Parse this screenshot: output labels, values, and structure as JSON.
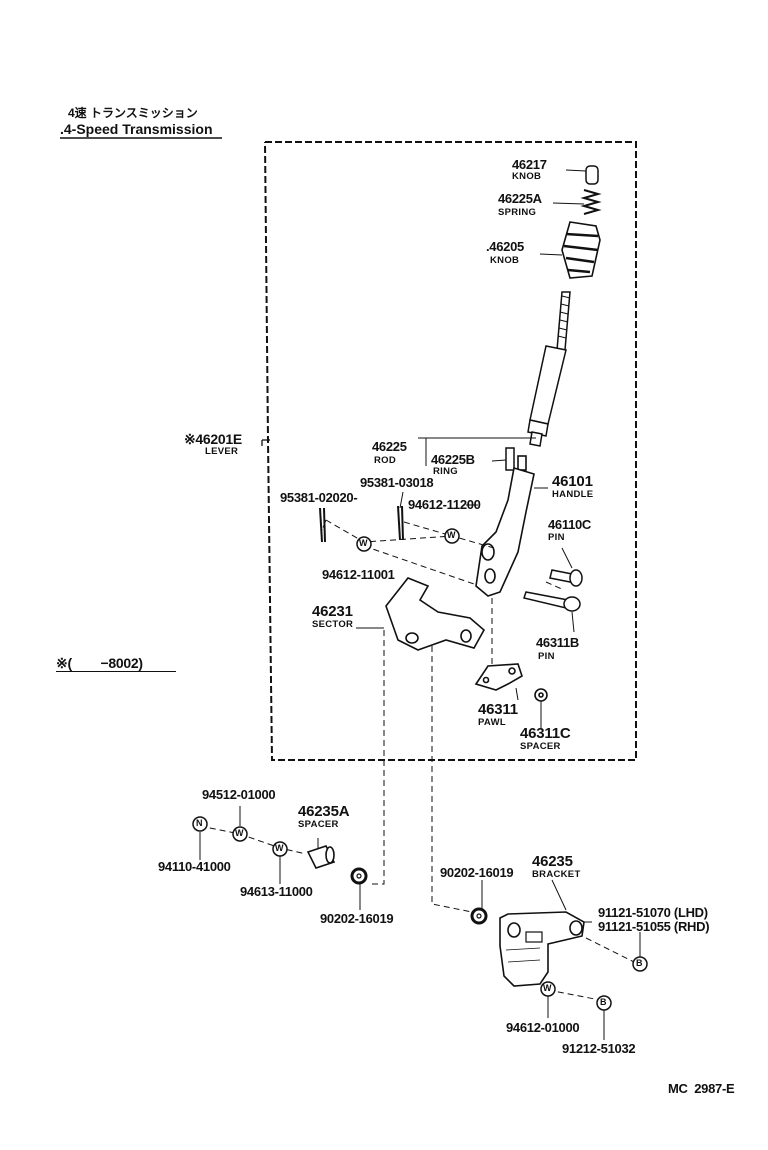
{
  "header": {
    "title_jp": "4速 トランスミッション",
    "title_en": ".4-Speed Transmission"
  },
  "note": {
    "mark": "※",
    "range": "(        −8002)"
  },
  "parts": {
    "p46217": {
      "number": "46217",
      "name": "KNOB"
    },
    "p46225A": {
      "number": "46225A",
      "name": "SPRING"
    },
    "p46205": {
      "number": ".46205",
      "name": "KNOB"
    },
    "p46201E": {
      "number": "※46201E",
      "name": "LEVER"
    },
    "p46225": {
      "number": "46225",
      "name": "ROD"
    },
    "p46225B": {
      "number": "46225B",
      "name": "RING"
    },
    "p46101": {
      "number": "46101",
      "name": "HANDLE"
    },
    "p95381_03018": {
      "number": "95381-03018"
    },
    "p95381_02020": {
      "number": "95381-02020-"
    },
    "p94612_11200": {
      "number": "94612-11200"
    },
    "p46110C": {
      "number": "46110C",
      "name": "PIN"
    },
    "p94612_11001": {
      "number": "94612-11001"
    },
    "p46231": {
      "number": "46231",
      "name": "SECTOR"
    },
    "p46311B": {
      "number": "46311B",
      "name": "PIN"
    },
    "p46311": {
      "number": "46311",
      "name": "PAWL"
    },
    "p46311C": {
      "number": "46311C",
      "name": "SPACER"
    },
    "p94512_01000a": {
      "number": "94512-01000"
    },
    "p46235A": {
      "number": "46235A",
      "name": "SPACER"
    },
    "p94110_41000": {
      "number": "94110-41000"
    },
    "p94613_11000": {
      "number": "94613-11000"
    },
    "p90202_16019a": {
      "number": "90202-16019"
    },
    "p90202_16019b": {
      "number": "90202-16019"
    },
    "p46235": {
      "number": "46235",
      "name": "BRACKET"
    },
    "p91121_51070": {
      "number": "91121-51070 (LHD)"
    },
    "p91121_51055": {
      "number": "91121-51055 (RHD)"
    },
    "p94612_01000b": {
      "number": "94612-01000"
    },
    "p91212_51032": {
      "number": "91212-51032"
    }
  },
  "symbols": {
    "washer": "W",
    "nut": "N",
    "bolt": "B"
  },
  "footer": {
    "code": "MC  2987-E"
  }
}
